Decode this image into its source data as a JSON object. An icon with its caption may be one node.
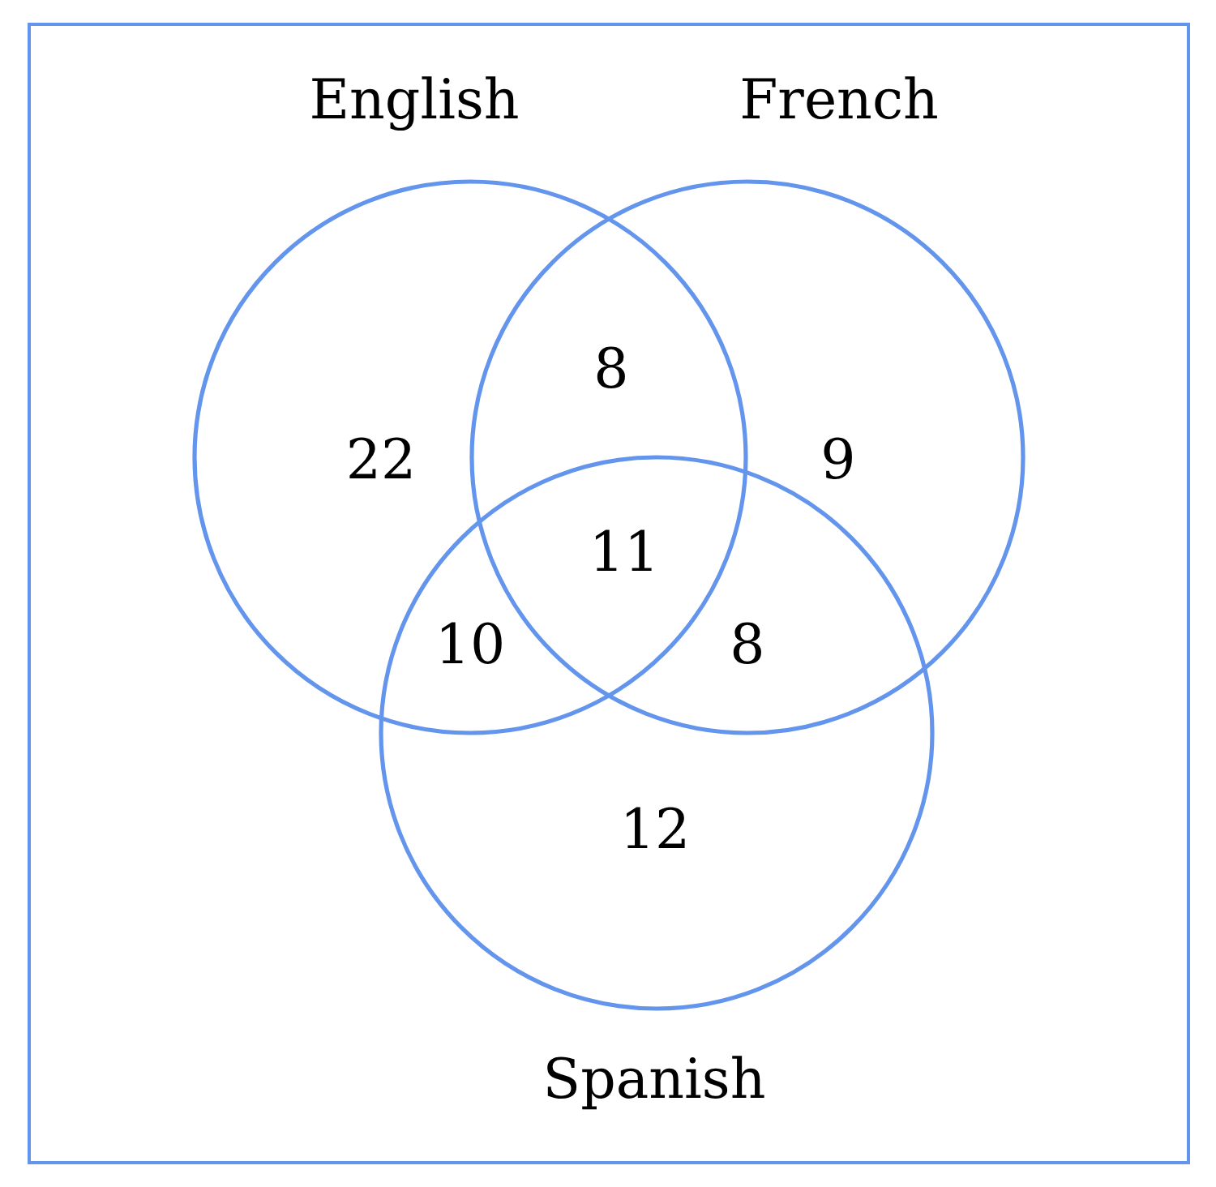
{
  "diagram": {
    "nodes": [
      {
        "text": [],
        "shape": "box"
      },
      {
        "text": [
          "English"
        ],
        "in": 0
      },
      {
        "text": [
          "French"
        ],
        "in": 0
      },
      {
        "text": [
          "Spanish"
        ],
        "in": 0
      }
    ],
    "labels": [
      "8",
      "22",
      "9",
      "11",
      "10",
      "8",
      "12"
    ]
  }
}
